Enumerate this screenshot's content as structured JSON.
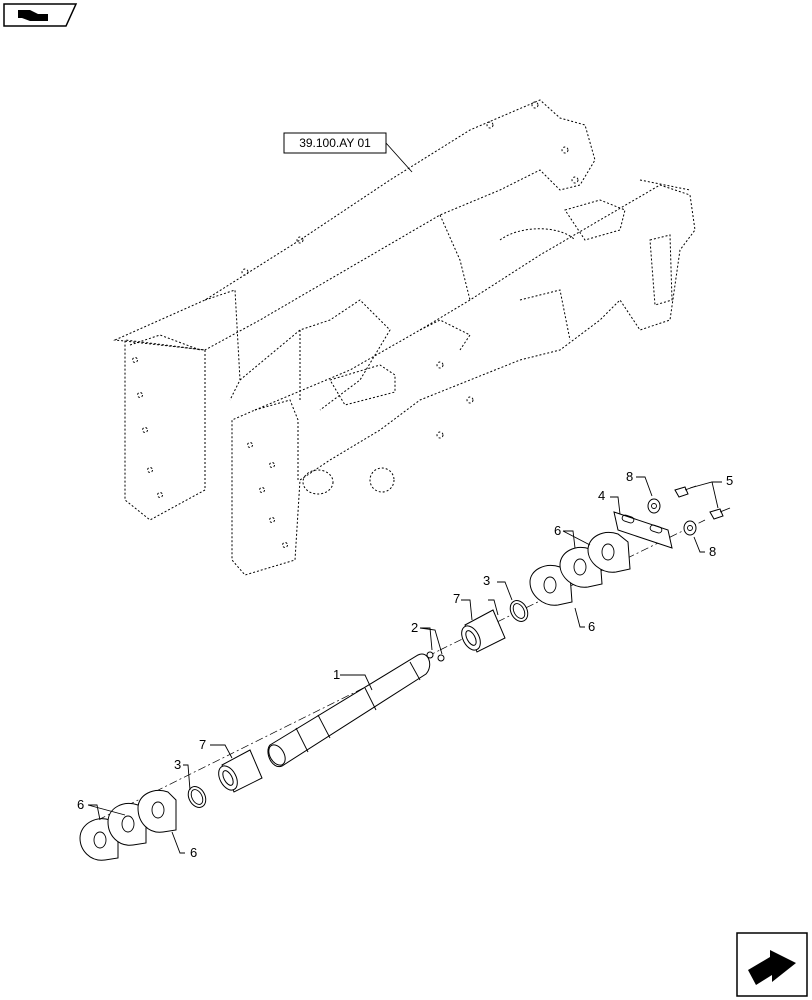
{
  "reference": {
    "label": "39.100.AY 01"
  },
  "callouts": {
    "shaft": "1",
    "pin": "2",
    "snap_ring_upper": "3",
    "snap_ring_lower": "3",
    "plate": "4",
    "bolts": "5",
    "thrust_washers_upper_a": "6",
    "thrust_washers_upper_b": "6",
    "thrust_washers_lower_a": "6",
    "thrust_washers_lower_b": "6",
    "bushing_upper": "7",
    "bushing_lower": "7",
    "washer_upper": "8",
    "washer_lower": "8"
  },
  "icons": {
    "top_left": "previous-page-icon",
    "bottom_right": "next-page-icon"
  }
}
